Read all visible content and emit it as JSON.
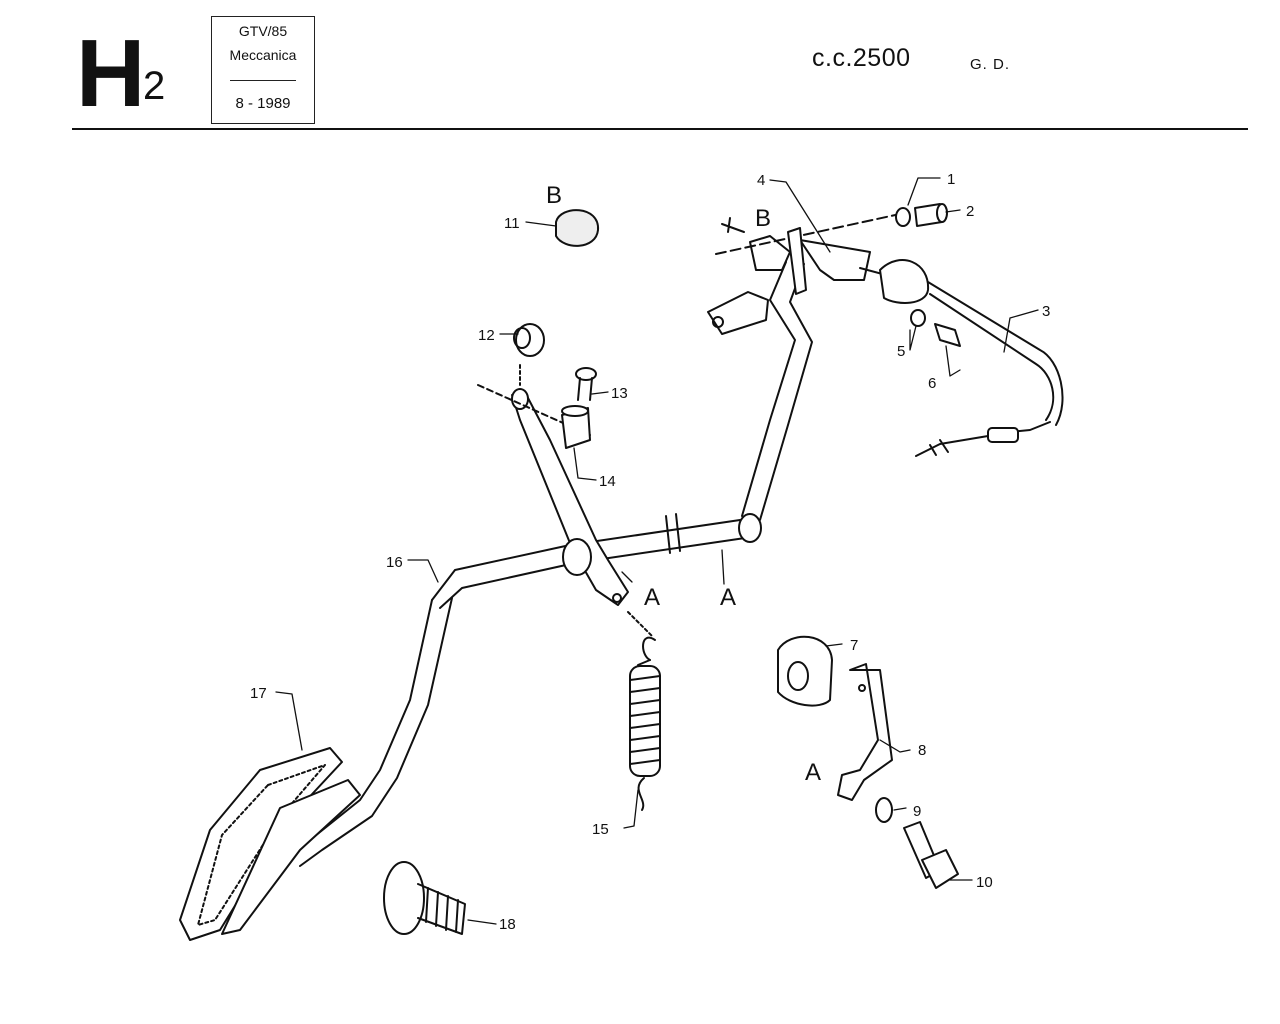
{
  "header": {
    "section_letter": "H",
    "section_number": "2",
    "model": "GTV/85",
    "category": "Meccanica",
    "date": "8 - 1989",
    "engine": "c.c.2500",
    "drive": "G. D."
  },
  "callouts": {
    "p1": "1",
    "p2": "2",
    "p3": "3",
    "p4": "4",
    "p5": "5",
    "p6": "6",
    "p7": "7",
    "p8": "8",
    "p9": "9",
    "p10": "10",
    "p11": "11",
    "p12": "12",
    "p13": "13",
    "p14": "14",
    "p15": "15",
    "p16": "16",
    "p17": "17",
    "p18": "18"
  },
  "reference_marks": {
    "a": "A",
    "b": "B"
  }
}
